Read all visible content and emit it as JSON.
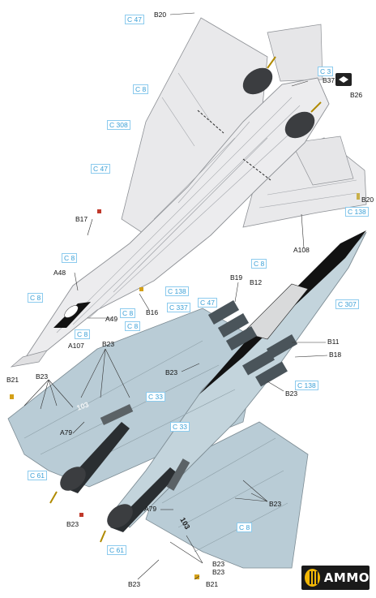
{
  "colors": {
    "top_grey": "#e9e9eb",
    "panel_line": "#9a9ca0",
    "underside_blue": "#b9ccd6",
    "nozzle": "#3b3d40",
    "black": "#121212",
    "callout_blue": "#3a9fd6",
    "logo_yellow": "#f2b705"
  },
  "labels_b": {
    "b20_top": "B20",
    "b37": "B37",
    "b26": "B26",
    "b17": "B17",
    "b20_right": "B20",
    "a108": "A108",
    "a48": "A48",
    "a49": "A49",
    "b16": "B16",
    "a107": "A107",
    "b19": "B19",
    "b12": "B12",
    "b11": "B11",
    "b18": "B18",
    "b23_a": "B23",
    "b23_b": "B23",
    "b21_left": "B21",
    "b23_c": "B23",
    "b23_d": "B23",
    "a79_left": "A79",
    "b23_e": "B23",
    "a79_mid": "A79",
    "b23_f": "B23",
    "b23_g": "B23",
    "b23_h": "B23",
    "b21_bottom": "B21",
    "b23_i": "B23"
  },
  "labels_c": {
    "c47_top": "C 47",
    "c3": "C 3",
    "c8_a": "C 8",
    "c308": "C 308",
    "c47_b": "C 47",
    "c138_right": "C 138",
    "c8_b": "C 8",
    "c8_c": "C 8",
    "c8_d": "C 8",
    "c138_mid": "C 138",
    "c307": "C 307",
    "c8_e": "C 8",
    "c337": "C 337",
    "c47_c": "C 47",
    "c8_f": "C 8",
    "c8_g": "C 8",
    "c138_b": "C 138",
    "c33_a": "C 33",
    "c33_b": "C 33",
    "c61_a": "C 61",
    "c61_b": "C 61",
    "c8_h": "C 8"
  },
  "markings": {
    "modex_a": "103",
    "modex_b": "103"
  },
  "logo": {
    "text": "AMMO"
  }
}
